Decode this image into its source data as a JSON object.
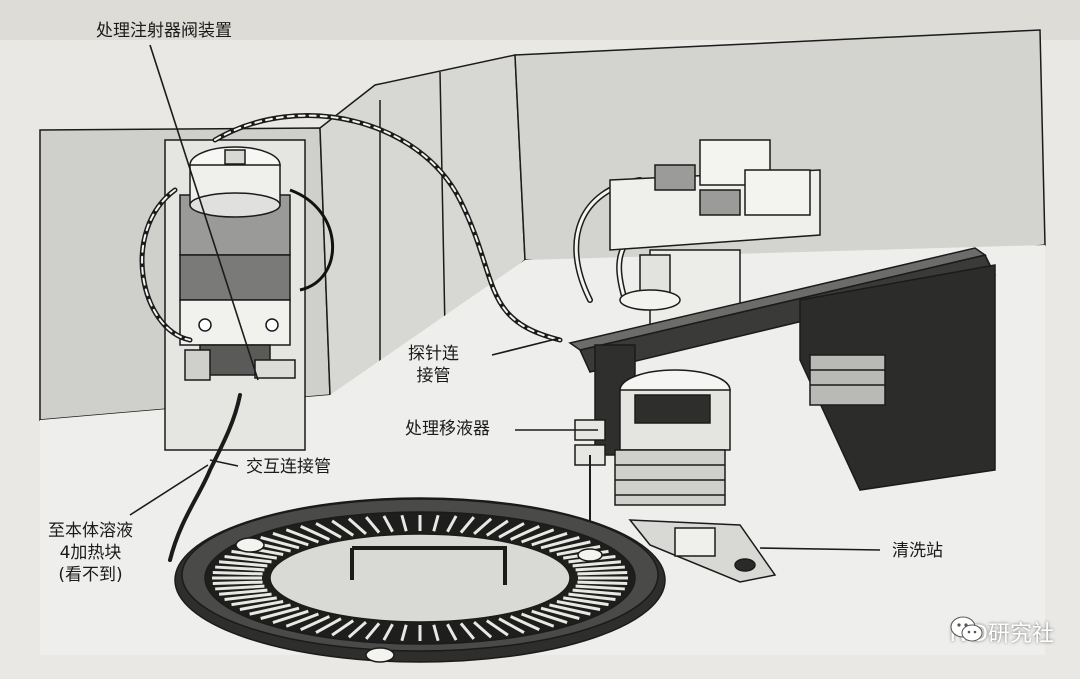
{
  "labels": {
    "valve": "处理注射器阀装置",
    "probe_tube": [
      "探针连",
      "接管"
    ],
    "pipettor": "处理移液器",
    "cross_tube": "交互连接管",
    "heater": [
      "至本体溶液",
      "4加热块",
      "(看不到)"
    ],
    "wash": "清洗站"
  },
  "watermark": {
    "text": "IVD研究社",
    "icon": "wechat-icon"
  },
  "colors": {
    "paper": "#e9e8e4",
    "line": "#1b1b1b",
    "dark": "#2a2a2a",
    "mid": "#8f8f8f",
    "light": "#f4f4f2"
  }
}
